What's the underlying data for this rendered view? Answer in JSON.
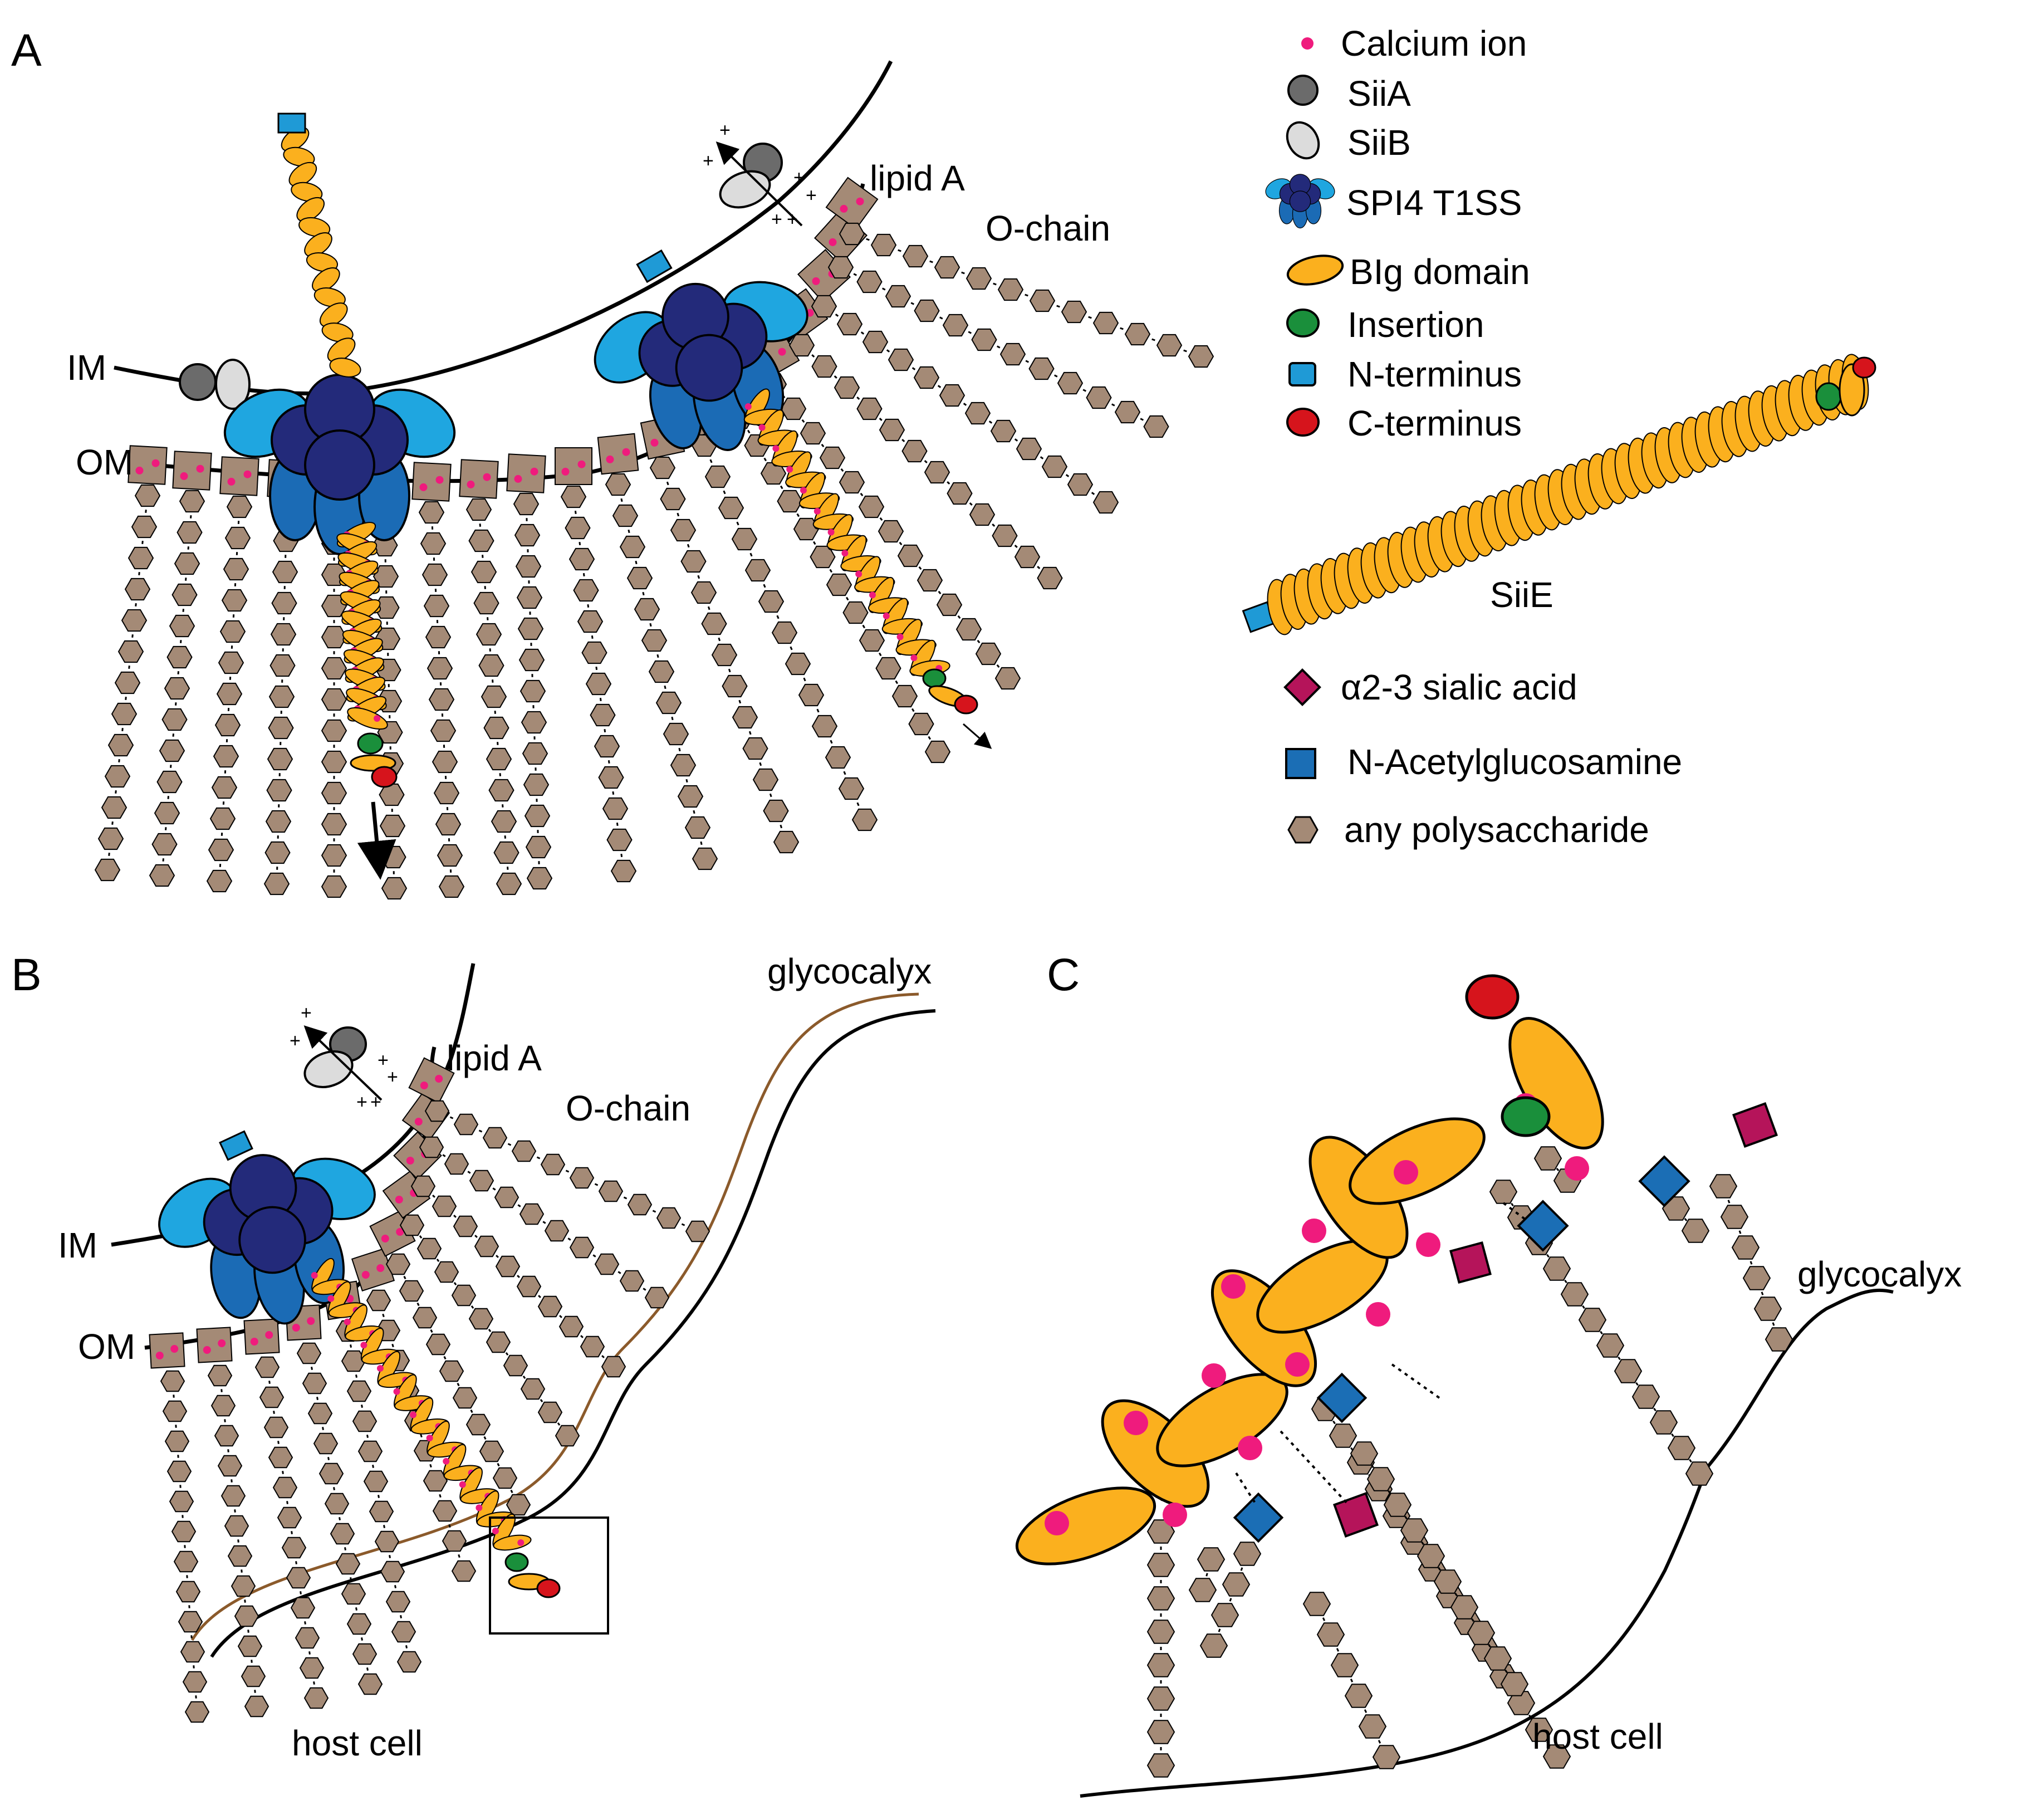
{
  "panels": {
    "a": "A",
    "b": "B",
    "c": "C"
  },
  "panel_a": {
    "im": "IM",
    "om": "OM",
    "lipid_a": "lipid A",
    "o_chain": "O-chain",
    "siie": "SiiE"
  },
  "panel_b": {
    "im": "IM",
    "om": "OM",
    "lipid_a": "lipid A",
    "o_chain": "O-chain",
    "glycocalyx": "glycocalyx",
    "host_cell": "host cell"
  },
  "panel_c": {
    "glycocalyx": "glycocalyx",
    "host_cell": "host cell"
  },
  "legend": {
    "calcium": "Calcium ion",
    "siia": "SiiA",
    "siib": "SiiB",
    "t1ss": "SPI4 T1SS",
    "big": "BIg domain",
    "insertion": "Insertion",
    "nterm": "N-terminus",
    "cterm": "C-terminus",
    "sialic_symbol": "α",
    "sialic": "2-3 sialic acid",
    "glcnac": "N-Acetylglucosamine",
    "polysaccharide": "any polysaccharide"
  },
  "colors": {
    "calcium": "#ef1b7d",
    "siia": "#6b6b6b",
    "siib": "#dcdcdc",
    "t1ss_dark": "#232a7a",
    "t1ss_mid": "#1b6bb5",
    "t1ss_light": "#1fa6e0",
    "big": "#fbb01e",
    "insertion": "#1a8f3b",
    "nterm": "#1f9ad6",
    "cterm": "#d6141c",
    "sialic": "#b5145a",
    "glcnac": "#1b6eb5",
    "sugar": "#a48a76",
    "lipid": "#a48a76",
    "glycocalyx_line": "#8b5a2b"
  }
}
